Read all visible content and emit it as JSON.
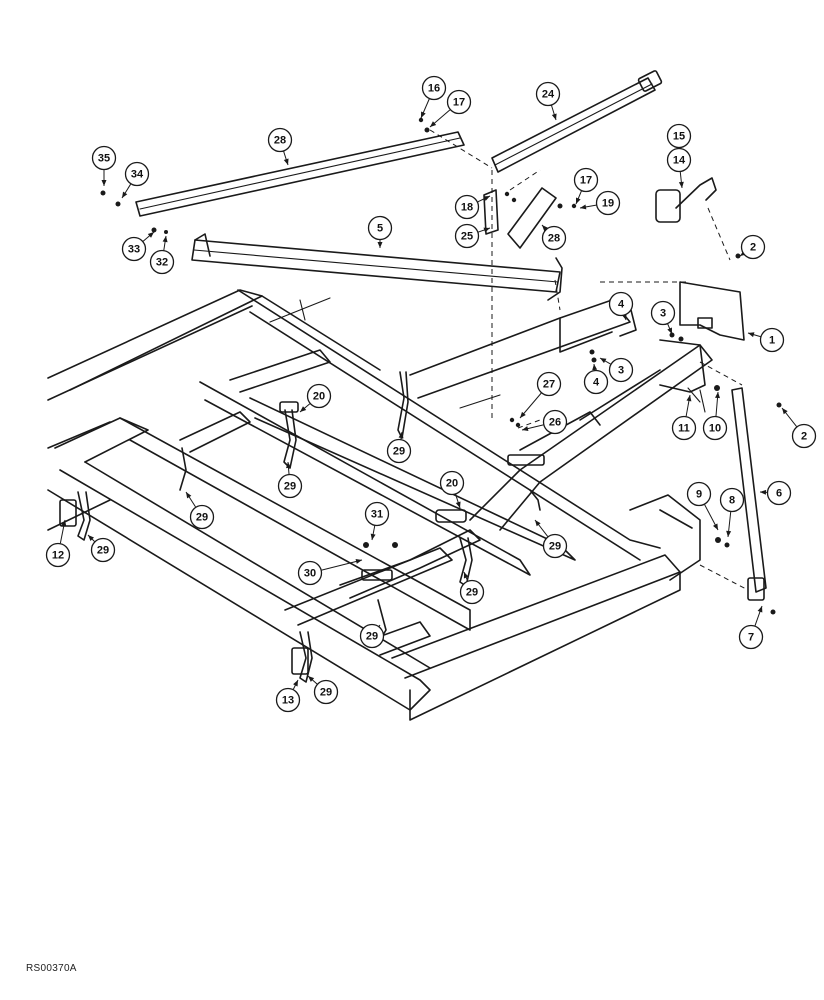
{
  "figure_code": "RS00370A",
  "callouts": [
    {
      "label": "16"
    },
    {
      "label": "17"
    },
    {
      "label": "24"
    },
    {
      "label": "28"
    },
    {
      "label": "35"
    },
    {
      "label": "34"
    },
    {
      "label": "15"
    },
    {
      "label": "14"
    },
    {
      "label": "18"
    },
    {
      "label": "17"
    },
    {
      "label": "19"
    },
    {
      "label": "5"
    },
    {
      "label": "25"
    },
    {
      "label": "28"
    },
    {
      "label": "33"
    },
    {
      "label": "32"
    },
    {
      "label": "2"
    },
    {
      "label": "3"
    },
    {
      "label": "4"
    },
    {
      "label": "1"
    },
    {
      "label": "4"
    },
    {
      "label": "3"
    },
    {
      "label": "20"
    },
    {
      "label": "27"
    },
    {
      "label": "26"
    },
    {
      "label": "11"
    },
    {
      "label": "10"
    },
    {
      "label": "2"
    },
    {
      "label": "29"
    },
    {
      "label": "29"
    },
    {
      "label": "20"
    },
    {
      "label": "6"
    },
    {
      "label": "9"
    },
    {
      "label": "8"
    },
    {
      "label": "29"
    },
    {
      "label": "12"
    },
    {
      "label": "29"
    },
    {
      "label": "31"
    },
    {
      "label": "30"
    },
    {
      "label": "29"
    },
    {
      "label": "29"
    },
    {
      "label": "7"
    },
    {
      "label": "13"
    },
    {
      "label": "29"
    },
    {
      "label": "29"
    }
  ]
}
